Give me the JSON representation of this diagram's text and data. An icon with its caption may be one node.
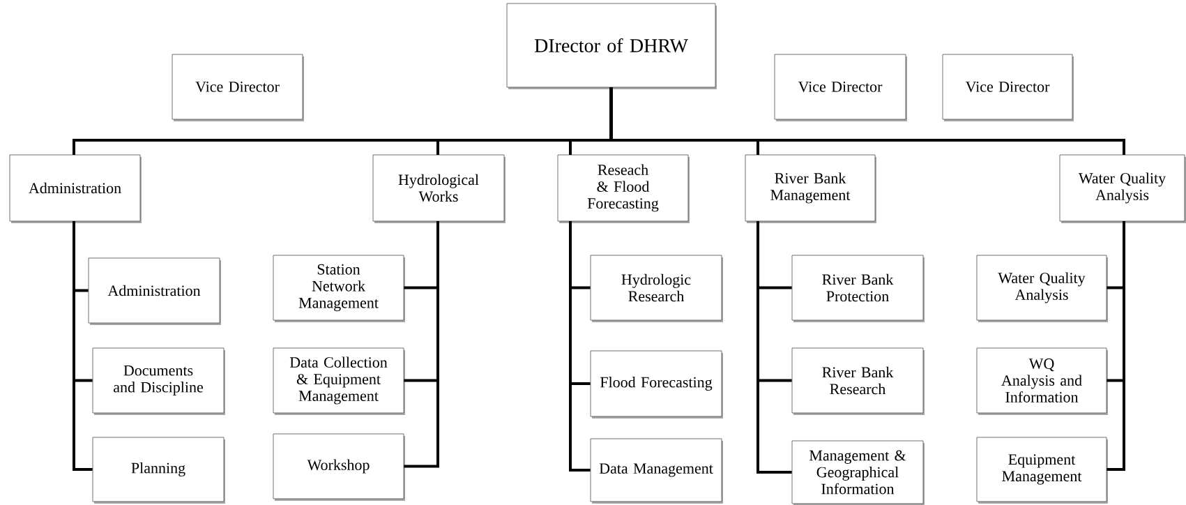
{
  "diagram": {
    "nodes": [
      {
        "text": [
          "DIrector of DHRW"
        ]
      },
      {
        "text": [
          "Vice Director"
        ]
      },
      {
        "text": [
          "Vice Director"
        ]
      },
      {
        "text": [
          "Vice Director"
        ]
      },
      {
        "text": [
          "Administration"
        ]
      },
      {
        "text": [
          "Hydrological Works"
        ]
      },
      {
        "text": [
          "Reseach & Flood Forecasting"
        ]
      },
      {
        "text": [
          "River Bank Management"
        ]
      },
      {
        "text": [
          "Water Quality Analysis"
        ]
      },
      {
        "text": [
          "Administration"
        ]
      },
      {
        "text": [
          "Documents and Discipline"
        ]
      },
      {
        "text": [
          "Planning"
        ]
      },
      {
        "text": [
          "Station Network Management"
        ]
      },
      {
        "text": [
          "Data Collection & Equipment Management"
        ]
      },
      {
        "text": [
          "Workshop"
        ]
      },
      {
        "text": [
          "Hydrologic Research"
        ]
      },
      {
        "text": [
          "Flood Forecasting"
        ]
      },
      {
        "text": [
          "Data Management"
        ]
      },
      {
        "text": [
          "River Bank Protection"
        ]
      },
      {
        "text": [
          "River Bank Research"
        ]
      },
      {
        "text": [
          "Management & Geographical Information"
        ]
      },
      {
        "text": [
          "Water Quality Analysis"
        ]
      },
      {
        "text": [
          "WQ Analysis and Information"
        ]
      },
      {
        "text": [
          "Equipment Management"
        ]
      }
    ],
    "edges": [
      {
        "from": 0,
        "to": 4,
        "arrow": "none"
      },
      {
        "from": 0,
        "to": 5,
        "arrow": "none"
      },
      {
        "from": 0,
        "to": 6,
        "arrow": "none"
      },
      {
        "from": 0,
        "to": 7,
        "arrow": "none"
      },
      {
        "from": 0,
        "to": 8,
        "arrow": "none"
      },
      {
        "from": 4,
        "to": 9,
        "arrow": "none"
      },
      {
        "from": 4,
        "to": 10,
        "arrow": "none"
      },
      {
        "from": 4,
        "to": 11,
        "arrow": "none"
      },
      {
        "from": 5,
        "to": 12,
        "arrow": "none"
      },
      {
        "from": 5,
        "to": 13,
        "arrow": "none"
      },
      {
        "from": 5,
        "to": 14,
        "arrow": "none"
      },
      {
        "from": 6,
        "to": 15,
        "arrow": "none"
      },
      {
        "from": 6,
        "to": 16,
        "arrow": "none"
      },
      {
        "from": 6,
        "to": 17,
        "arrow": "none"
      },
      {
        "from": 7,
        "to": 18,
        "arrow": "none"
      },
      {
        "from": 7,
        "to": 19,
        "arrow": "none"
      },
      {
        "from": 7,
        "to": 20,
        "arrow": "none"
      },
      {
        "from": 8,
        "to": 21,
        "arrow": "none"
      },
      {
        "from": 8,
        "to": 22,
        "arrow": "none"
      },
      {
        "from": 8,
        "to": 23,
        "arrow": "none"
      }
    ]
  }
}
